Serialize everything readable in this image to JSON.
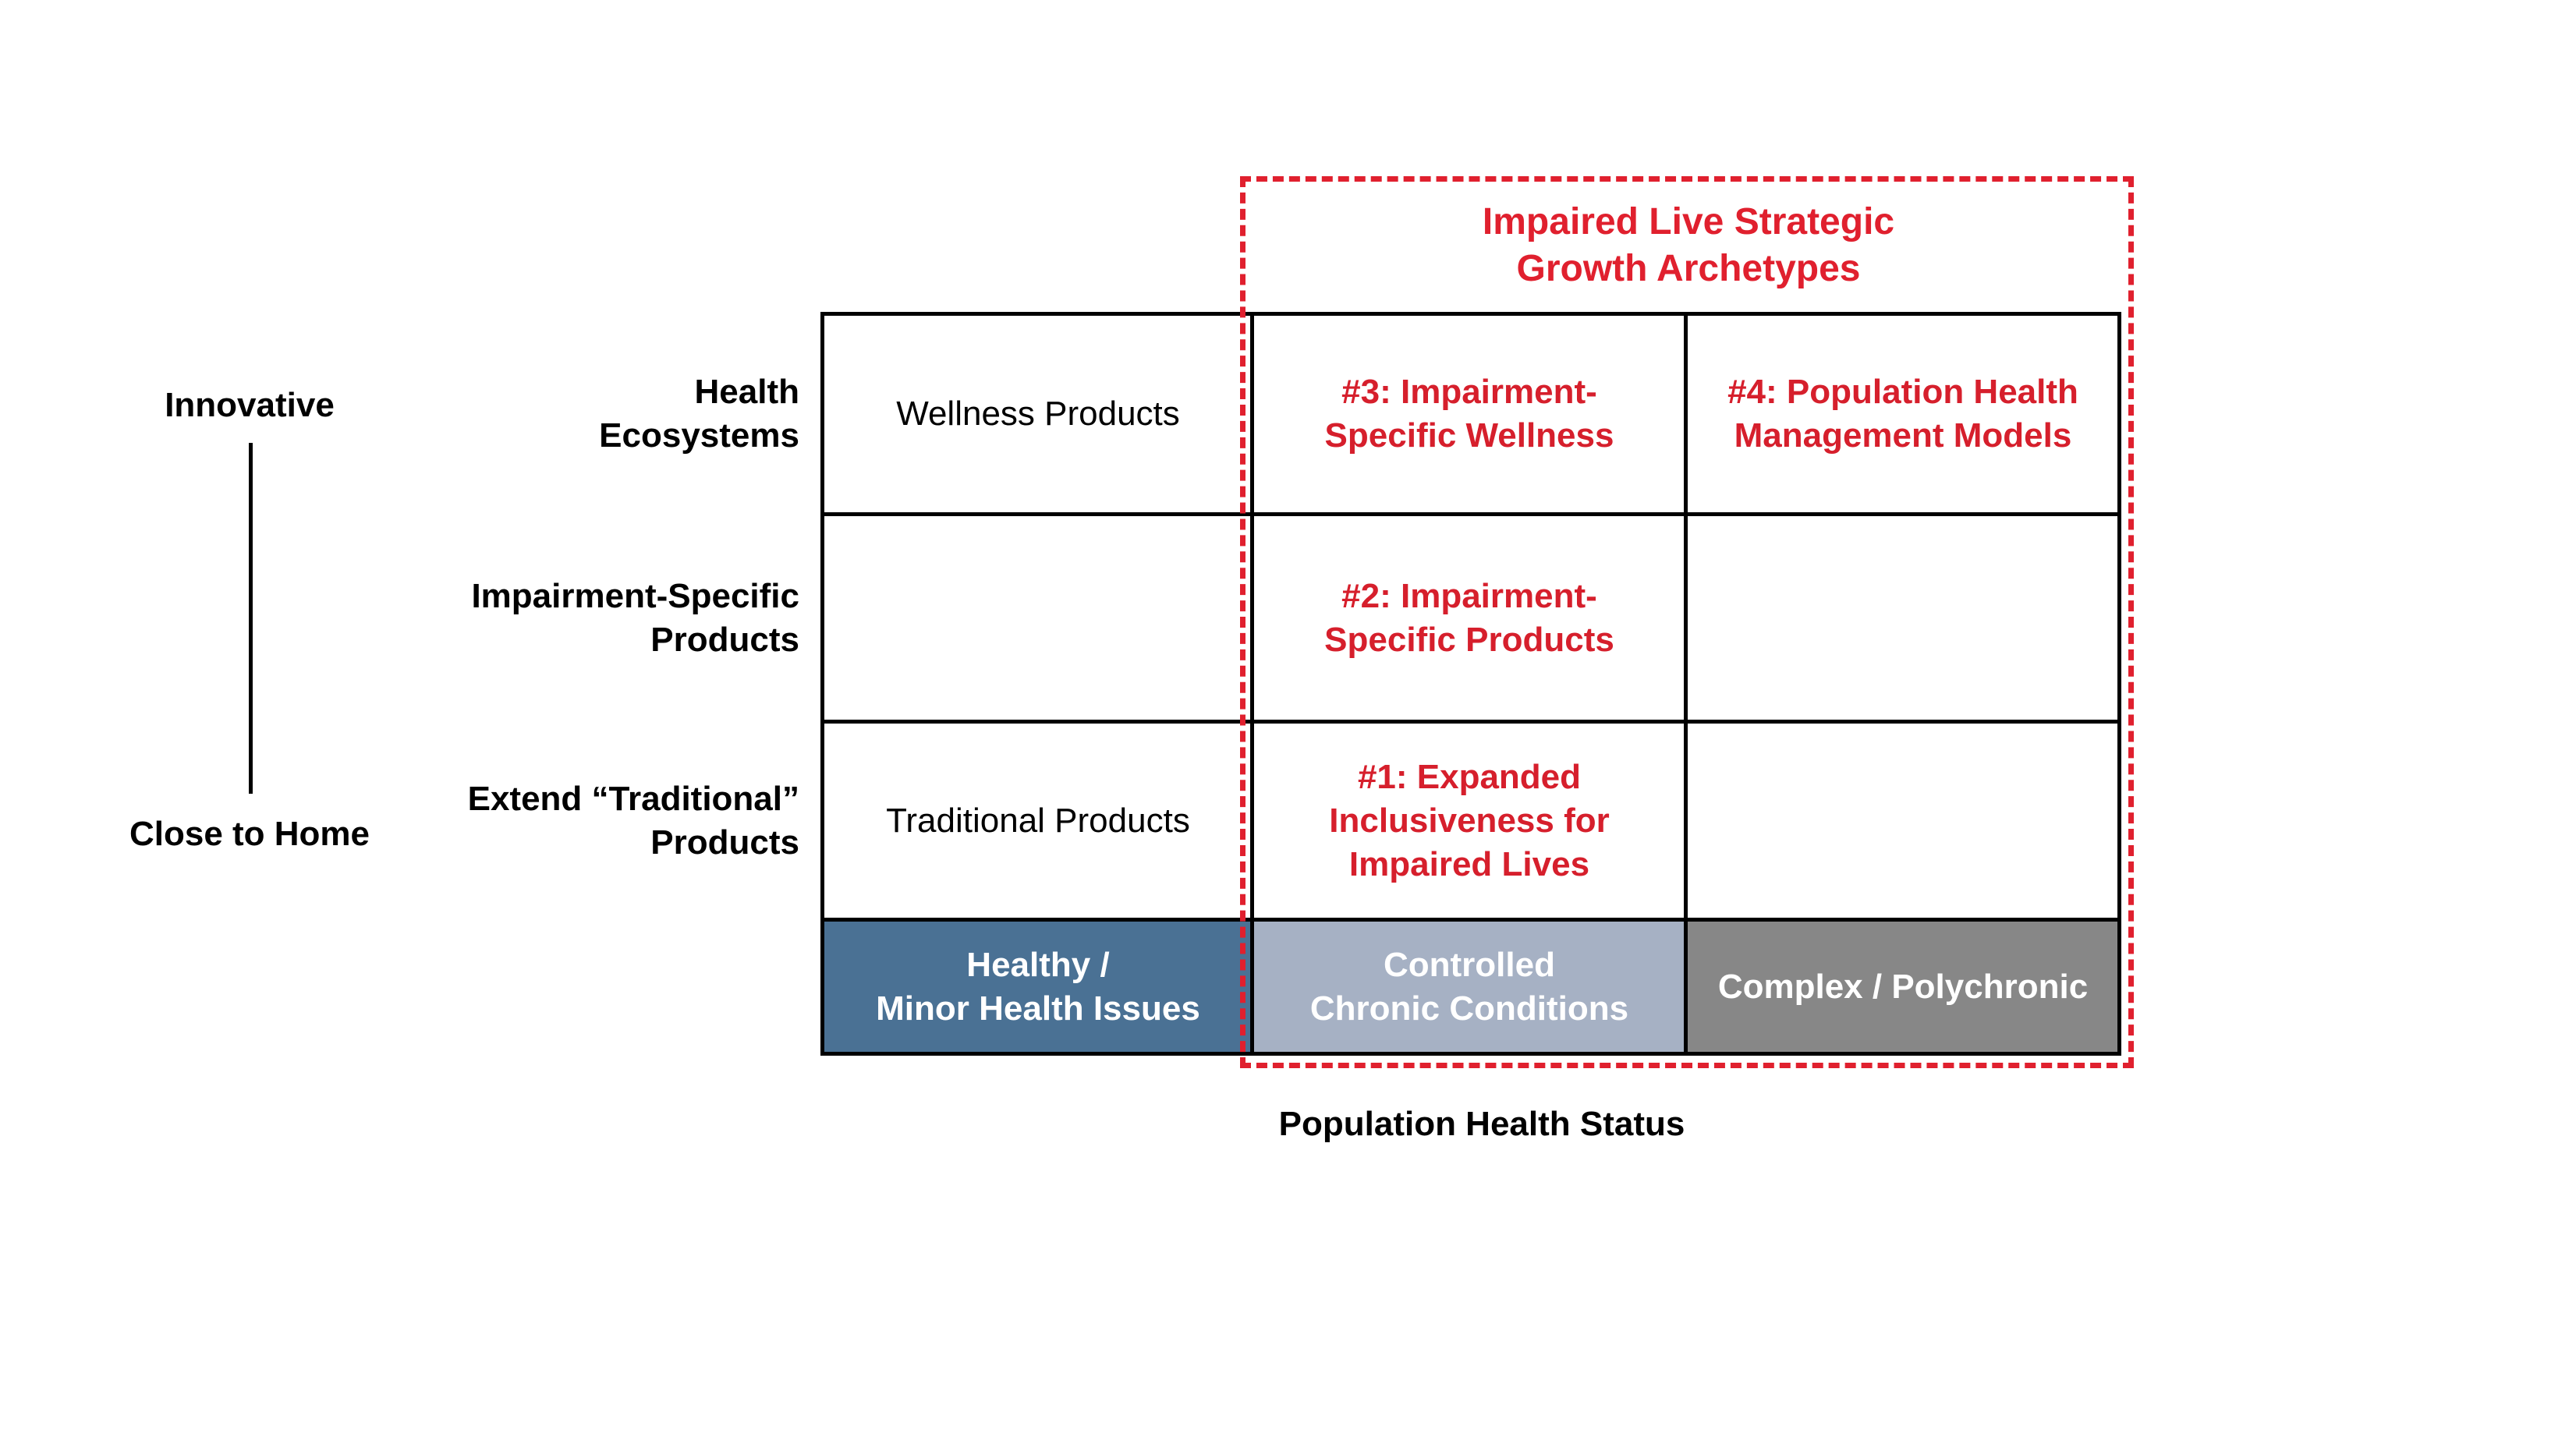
{
  "axis_left": {
    "top_label": "Innovative",
    "bottom_label": "Close to Home"
  },
  "rows": [
    {
      "label": "Health\nEcosystems"
    },
    {
      "label": "Impairment-Specific\nProducts"
    },
    {
      "label": "Extend “Traditional”\nProducts"
    }
  ],
  "cells": {
    "r1c1": "Wellness Products",
    "r1c2": "#3: Impairment-\nSpecific Wellness",
    "r1c3": "#4: Population Health\nManagement Models",
    "r2c1": "",
    "r2c2": "#2: Impairment-\nSpecific Products",
    "r2c3": "",
    "r3c1": "Traditional Products",
    "r3c2": "#1: Expanded\nInclusiveness for\nImpaired Lives",
    "r3c3": ""
  },
  "status_columns": [
    {
      "label": "Healthy /\nMinor Health Issues",
      "color": "#4a7194"
    },
    {
      "label": "Controlled\nChronic Conditions",
      "color": "#a6b1c4"
    },
    {
      "label": "Complex / Polychronic",
      "color": "#878787"
    }
  ],
  "highlight": {
    "title": "Impaired Live Strategic\nGrowth Archetypes",
    "color": "#e0202e"
  },
  "x_axis_title": "Population Health Status"
}
